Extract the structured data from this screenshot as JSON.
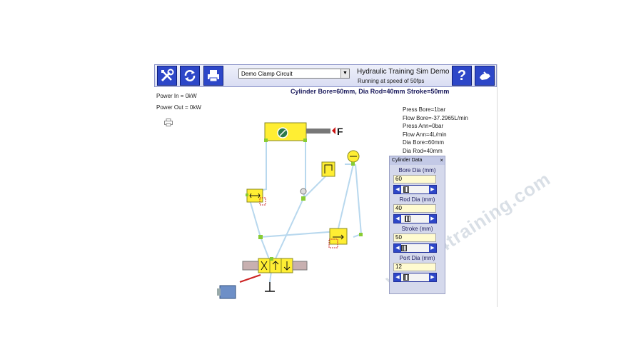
{
  "toolbar": {
    "circuit_select": "Demo Clamp Circuit",
    "title": "Hydraulic Training Sim Demo",
    "subtitle": "Running at speed of 50fps",
    "help_label": "?"
  },
  "heading": "Cylinder Bore=60mm, Dia Rod=40mm Stroke=50mm",
  "power": {
    "in": "Power In  = 0kW",
    "out": "Power Out = 0kW"
  },
  "readout": [
    "Press Bore=1bar",
    "Flow Bore=-37.2965L/min",
    "Press Ann=0bar",
    "Flow Ann=4L/min",
    "Dia Bore=60mm",
    "Dia Rod=40mm"
  ],
  "force_label": "F",
  "panel": {
    "title": "Cylinder Data",
    "close": "×",
    "fields": [
      {
        "label": "Bore Dia (mm)",
        "value": "60",
        "level": 0.1
      },
      {
        "label": "Rod Dia (mm)",
        "value": "40",
        "level": 0.15
      },
      {
        "label": "Stroke (mm)",
        "value": "50",
        "level": 0.0
      },
      {
        "label": "Port Dia (mm)",
        "value": "12",
        "level": 0.1
      }
    ]
  },
  "watermark": "www.e4training.com",
  "colors": {
    "toolbar_button": "#2d47c8",
    "component": "#ffee33",
    "line": "#b8d8ee",
    "node": "#88cc33"
  }
}
